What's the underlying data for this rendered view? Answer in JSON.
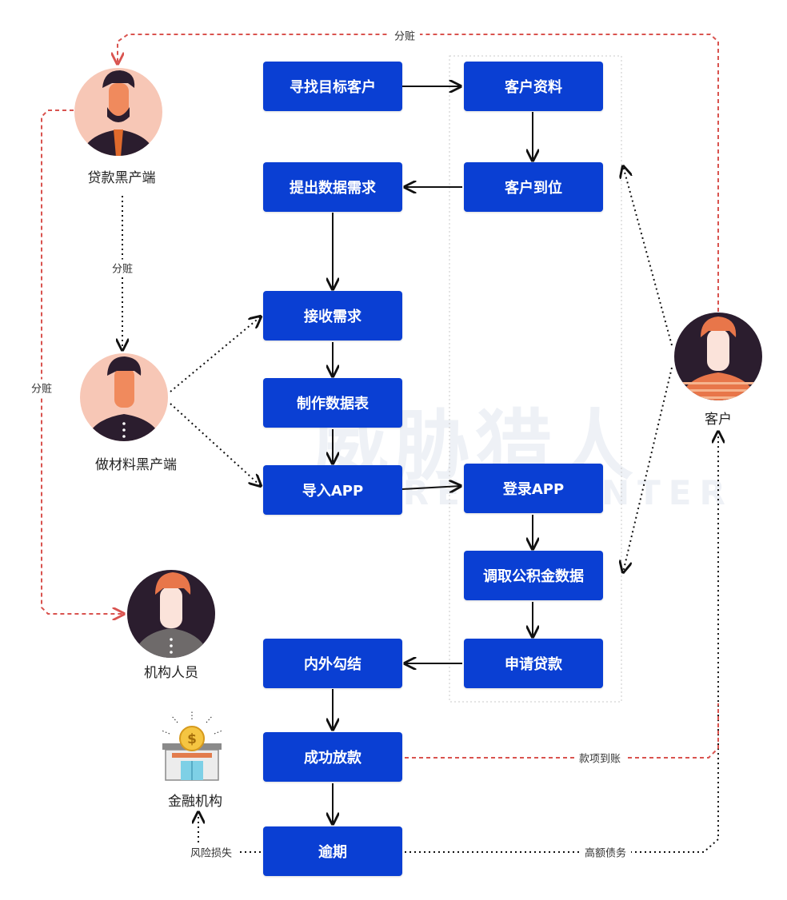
{
  "colors": {
    "box": "#0a3fd3",
    "red_dashed": "#d9534f",
    "black": "#111111"
  },
  "watermark": {
    "cn": "威胁猎人",
    "en": "THREATHUNTER"
  },
  "boxes": {
    "find_target": "寻找目标客户",
    "customer_info": "客户资料",
    "data_request": "提出数据需求",
    "customer_arrive": "客户到位",
    "receive_request": "接收需求",
    "make_sheet": "制作数据表",
    "import_app": "导入APP",
    "login_app": "登录APP",
    "fetch_fund": "调取公积金数据",
    "collusion": "内外勾结",
    "apply_loan": "申请贷款",
    "disburse": "成功放款",
    "overdue": "逾期"
  },
  "actors": {
    "loan_black": "贷款黑产端",
    "material_black": "做材料黑产端",
    "staff": "机构人员",
    "customer": "客户",
    "finance": "金融机构"
  },
  "edge_labels": {
    "share_top": "分赃",
    "share_mid": "分赃",
    "share_left": "分赃",
    "funds_arrive": "款项到账",
    "high_debt": "高额债务",
    "risk_loss": "风险损失"
  }
}
